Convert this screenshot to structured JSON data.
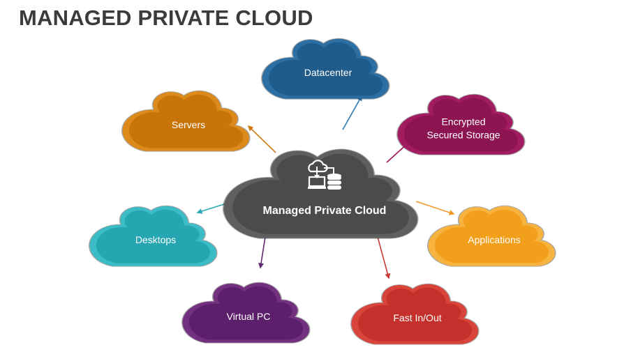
{
  "title": "MANAGED PRIVATE CLOUD",
  "center": {
    "label": "Managed Private Cloud",
    "color": "#4b4b4b",
    "border": "#5f5f5f",
    "icon": "cloud-server-database-icon"
  },
  "nodes": [
    {
      "id": "datacenter",
      "lines": [
        "Datacenter"
      ],
      "color": "#1f5c8b",
      "border": "#2d6fa3",
      "arrow": "#2e77b0"
    },
    {
      "id": "encrypted-storage",
      "lines": [
        "Encrypted",
        "Secured Storage"
      ],
      "color": "#8c1450",
      "border": "#a11c60",
      "arrow": "#a3175a"
    },
    {
      "id": "applications",
      "lines": [
        "Applications"
      ],
      "color": "#f2a01c",
      "border": "#f7b340",
      "arrow": "#ee9a2a"
    },
    {
      "id": "fast-in-out",
      "lines": [
        "Fast In/Out"
      ],
      "color": "#c4302b",
      "border": "#d9443a",
      "arrow": "#c73a33"
    },
    {
      "id": "virtual-pc",
      "lines": [
        "Virtual PC"
      ],
      "color": "#5c1f6b",
      "border": "#72307f",
      "arrow": "#5f2a72"
    },
    {
      "id": "desktops",
      "lines": [
        "Desktops"
      ],
      "color": "#26a6b1",
      "border": "#3cbcc6",
      "arrow": "#2aa7b4"
    },
    {
      "id": "servers",
      "lines": [
        "Servers"
      ],
      "color": "#c87408",
      "border": "#dc8a1a",
      "arrow": "#d07a14"
    }
  ]
}
